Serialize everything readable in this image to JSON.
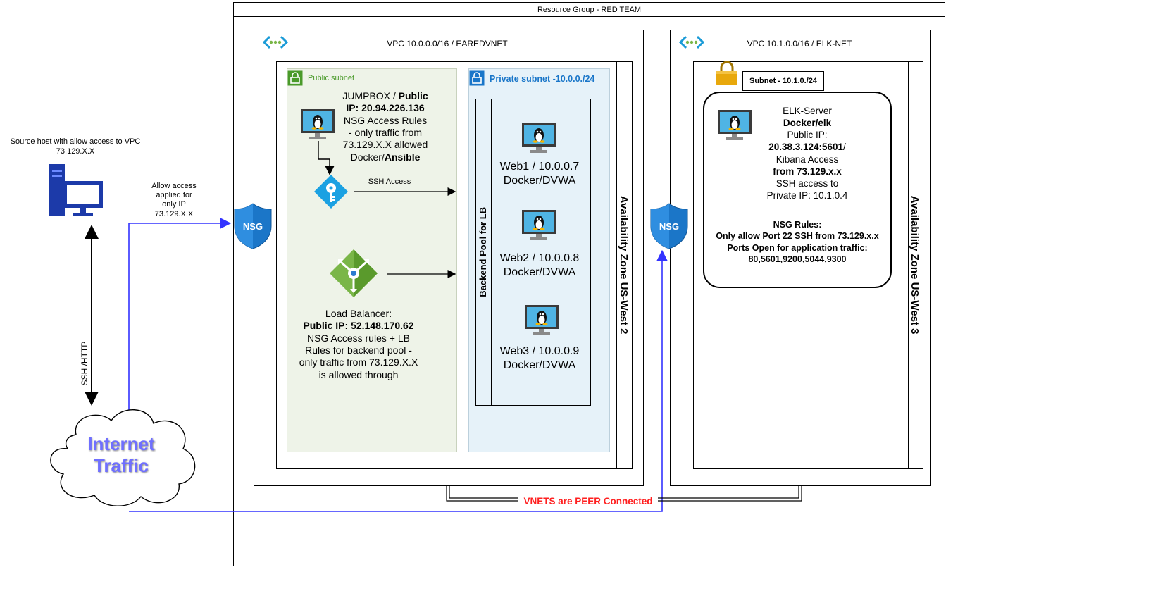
{
  "resource_group": {
    "title": "Resource Group - RED TEAM"
  },
  "source_host": {
    "line1": "Source host with allow access to VPC",
    "line2": "73.129.X.X"
  },
  "allow_access": {
    "line1": "Allow access",
    "line2": "applied for",
    "line3": "only IP",
    "line4": "73.129.X.X"
  },
  "ssh_http_label": "SSH /HTTP",
  "internet": {
    "line1": "Internet",
    "line2": "Traffic"
  },
  "nsg_label": "NSG",
  "vpc1": {
    "title": "VPC 10.0.0.0/16 / EAREDVNET",
    "availability_zone": "Availability Zone US-West 2",
    "public_subnet": {
      "label": "Public subnet",
      "jumpbox": {
        "l1a": "JUMPBOX / ",
        "l1b": "Public",
        "l2": "IP: 20.94.226.136",
        "l3": "NSG Access Rules",
        "l4": "- only traffic from",
        "l5": "73.129.X.X allowed",
        "l6a": "Docker/",
        "l6b": "Ansible"
      },
      "ssh_access": "SSH Access",
      "load_balancer": {
        "l1": "Load Balancer:",
        "l2": "Public IP: 52.148.170.62",
        "l3": "NSG Access rules + LB",
        "l4": "Rules for backend pool -",
        "l5": "only traffic from 73.129.X.X",
        "l6": "is allowed through"
      }
    },
    "private_subnet": {
      "label": "Private subnet -10.0.0./24",
      "backend_pool": "Backend Pool for LB",
      "web1": {
        "l1": "Web1 / 10.0.0.7",
        "l2": "Docker/DVWA"
      },
      "web2": {
        "l1": "Web2 / 10.0.0.8",
        "l2": "Docker/DVWA"
      },
      "web3": {
        "l1": "Web3 / 10.0.0.9",
        "l2": "Docker/DVWA"
      }
    }
  },
  "vpc2": {
    "title": "VPC 10.1.0.0/16 / ELK-NET",
    "availability_zone": "Availability Zone US-West 3",
    "subnet": "Subnet - 10.1.0./24",
    "elk": {
      "l1": "ELK-Server",
      "l2": "Docker/elk",
      "l3": "Public IP:",
      "l4a": "20.38.3.124:5601",
      "l4b": "/",
      "l5": "Kibana Access",
      "l6": "from 73.129.x.x",
      "l7": "SSH access to",
      "l8": "Private IP: 10.1.0.4",
      "l9": "NSG Rules:",
      "l10": "Only allow Port 22 SSH from 73.129.x.x",
      "l11": "Ports Open for application traffic:",
      "l12": "80,5601,9200,5044,9300"
    }
  },
  "peer_label": "VNETS are PEER Connected",
  "colors": {
    "public_subnet_bg": "#eef3e8",
    "private_subnet_bg": "#e6f2f9",
    "nsg_blue": "#1b76c8",
    "arrow_blue": "#3333ff",
    "peer_red": "#ff2020",
    "public_green": "#4a9a2a",
    "private_blue": "#1976c9",
    "internet_text": "#6f6fff"
  }
}
